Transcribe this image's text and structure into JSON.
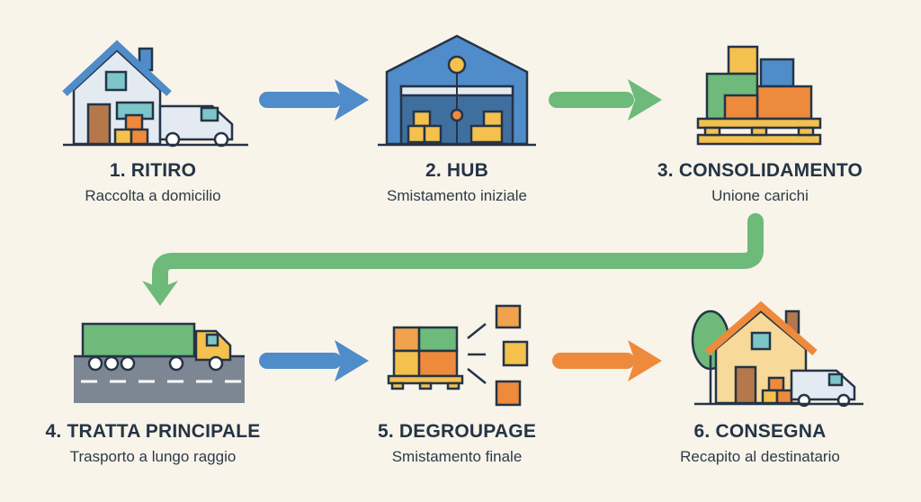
{
  "steps": [
    {
      "title": "1. RITIRO",
      "subtitle": "Raccolta a domicilio",
      "icon": "house-van-icon"
    },
    {
      "title": "2. HUB",
      "subtitle": "Smistamento iniziale",
      "icon": "warehouse-icon"
    },
    {
      "title": "3. CONSOLIDAMENTO",
      "subtitle": "Unione carichi",
      "icon": "pallet-boxes-icon"
    },
    {
      "title": "4. TRATTA PRINCIPALE",
      "subtitle": "Trasporto a lungo raggio",
      "icon": "truck-road-icon"
    },
    {
      "title": "5. DEGROUPAGE",
      "subtitle": "Smistamento finale",
      "icon": "split-boxes-icon"
    },
    {
      "title": "6. CONSEGNA",
      "subtitle": "Recapito al destinatario",
      "icon": "house-delivery-icon"
    }
  ],
  "colors": {
    "blue": "#4f8cc9",
    "green": "#6dba7b",
    "orange": "#ee8a3c",
    "navy": "#253446",
    "box": "#f4c04e",
    "background": "#f8f4ea"
  }
}
